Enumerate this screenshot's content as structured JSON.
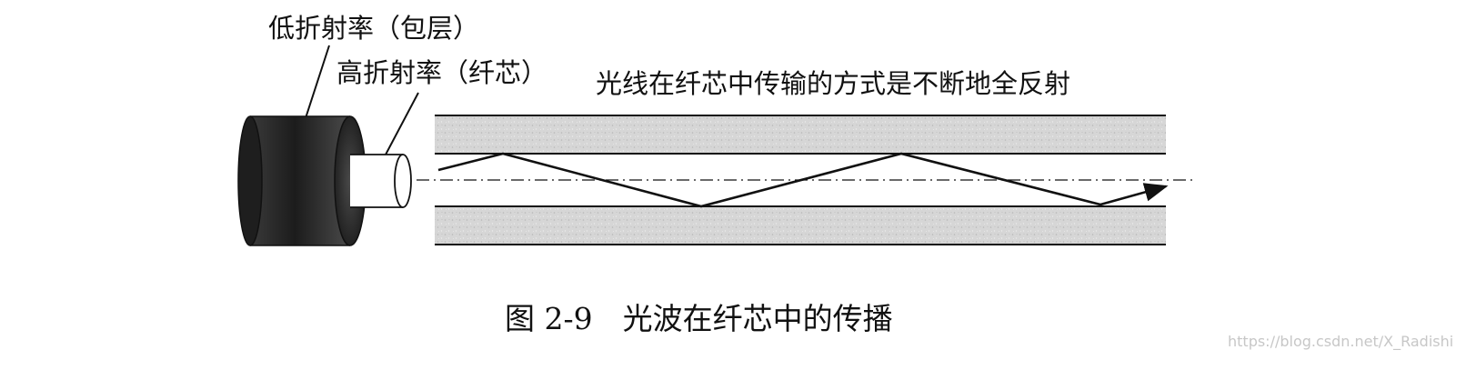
{
  "labels": {
    "cladding": "低折射率（包层）",
    "core": "高折射率（纤芯）",
    "propagation_note": "光线在纤芯中传输的方式是不断地全反射"
  },
  "caption": "图 2-9　光波在纤芯中的传播",
  "watermark": "https://blog.csdn.net/X_Radishi",
  "colors": {
    "cladding_band": "#d4d4d4",
    "cylinder_dark": "#2a2a2a",
    "core_end": "#ffffff",
    "lines": "#111111",
    "watermark": "#c7c7c7"
  }
}
